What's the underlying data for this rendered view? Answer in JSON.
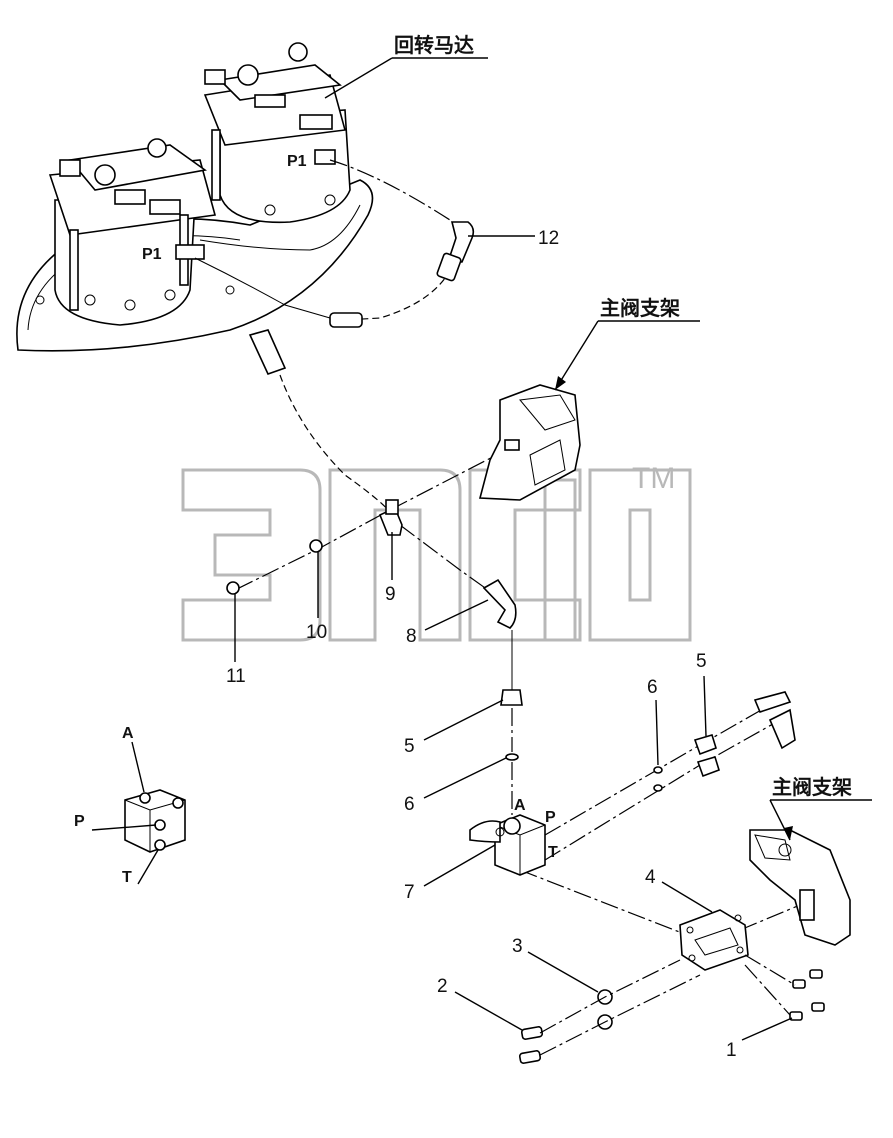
{
  "labels": {
    "swing_motor": "回转马达",
    "main_valve_bracket_top": "主阀支架",
    "main_valve_bracket_bottom": "主阀支架",
    "p1_left": "P1",
    "p1_right": "P1",
    "port_a_valve": "A",
    "port_p_valve": "P",
    "port_t_valve": "T",
    "inset_a": "A",
    "inset_p": "P",
    "inset_t": "T"
  },
  "callouts": {
    "c1": "1",
    "c2": "2",
    "c3": "3",
    "c4": "4",
    "c5a": "5",
    "c5b": "5",
    "c6a": "6",
    "c6b": "6",
    "c7": "7",
    "c8": "8",
    "c9": "9",
    "c10": "10",
    "c11": "11",
    "c12": "12"
  },
  "watermark": {
    "mark": "TM",
    "color": "#b8b8b8"
  },
  "colors": {
    "line": "#000000",
    "background": "#ffffff"
  }
}
